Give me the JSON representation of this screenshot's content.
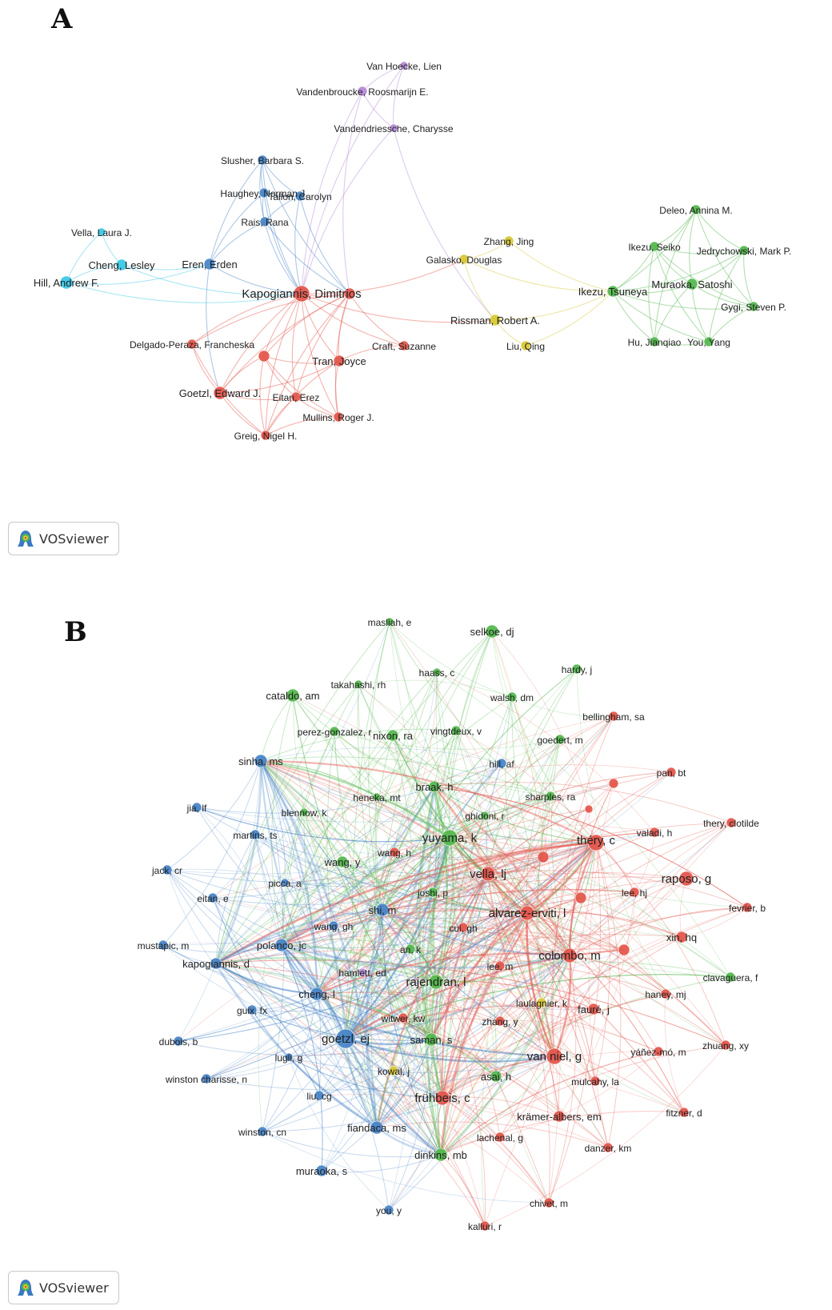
{
  "colors": {
    "red": "#e4574d",
    "green": "#55b94f",
    "blue": "#4a86c8",
    "light_blue": "#3cc8e6",
    "yellow": "#d8c838",
    "purple": "#b58ad8"
  },
  "panel_a": {
    "letter": "A",
    "badge": {
      "icon": "vosviewer-logo-icon",
      "label": "VOSviewer"
    },
    "nodes": [
      {
        "id": "vanhoecke",
        "label": "Van Hoecke, Lien",
        "cluster": "purple"
      },
      {
        "id": "vandenbroucke",
        "label": "Vandenbroucke, Roosmarijn E.",
        "cluster": "purple"
      },
      {
        "id": "vandendriessche",
        "label": "Vandendriessche, Charysse",
        "cluster": "purple"
      },
      {
        "id": "slusher",
        "label": "Slusher, Barbara S.",
        "cluster": "blue"
      },
      {
        "id": "haughey",
        "label": "Haughey, Norman J.",
        "cluster": "blue"
      },
      {
        "id": "tallon",
        "label": "Tallon, Carolyn",
        "cluster": "blue"
      },
      {
        "id": "rais",
        "label": "Rais, Rana",
        "cluster": "blue"
      },
      {
        "id": "eren",
        "label": "Eren, Erden",
        "cluster": "blue"
      },
      {
        "id": "vella",
        "label": "Vella, Laura J.",
        "cluster": "light_blue"
      },
      {
        "id": "cheng",
        "label": "Cheng, Lesley",
        "cluster": "light_blue"
      },
      {
        "id": "hill",
        "label": "Hill, Andrew F.",
        "cluster": "light_blue"
      },
      {
        "id": "kapogiannis",
        "label": "Kapogiannis, Dimitrios",
        "cluster": "red"
      },
      {
        "id": "delgado",
        "label": "Delgado-Peraza, Francheska",
        "cluster": "red"
      },
      {
        "id": "red_unlabeled1",
        "label": "",
        "cluster": "red"
      },
      {
        "id": "red_unlabeled2",
        "label": "",
        "cluster": "red"
      },
      {
        "id": "tran",
        "label": "Tran, Joyce",
        "cluster": "red"
      },
      {
        "id": "craft",
        "label": "Craft, Suzanne",
        "cluster": "red"
      },
      {
        "id": "goetzl",
        "label": "Goetzl, Edward J.",
        "cluster": "red"
      },
      {
        "id": "eitan",
        "label": "Eitan, Erez",
        "cluster": "red"
      },
      {
        "id": "mullins",
        "label": "Mullins, Roger J.",
        "cluster": "red"
      },
      {
        "id": "greig",
        "label": "Greig, Nigel H.",
        "cluster": "red"
      },
      {
        "id": "zhang",
        "label": "Zhang, Jing",
        "cluster": "yellow"
      },
      {
        "id": "galasko",
        "label": "Galasko, Douglas",
        "cluster": "yellow"
      },
      {
        "id": "rissman",
        "label": "Rissman, Robert A.",
        "cluster": "yellow"
      },
      {
        "id": "liuq",
        "label": "Liu, Qing",
        "cluster": "yellow"
      },
      {
        "id": "deleo",
        "label": "Deleo, Annina M.",
        "cluster": "green"
      },
      {
        "id": "ikezus",
        "label": "Ikezu, Seiko",
        "cluster": "green"
      },
      {
        "id": "jedrychowski",
        "label": "Jedrychowski, Mark P.",
        "cluster": "green"
      },
      {
        "id": "ikezut",
        "label": "Ikezu, Tsuneya",
        "cluster": "green"
      },
      {
        "id": "muraoka",
        "label": "Muraoka, Satoshi",
        "cluster": "green"
      },
      {
        "id": "gygi",
        "label": "Gygi, Steven P.",
        "cluster": "green"
      },
      {
        "id": "hu",
        "label": "Hu, Jianqiao",
        "cluster": "green"
      },
      {
        "id": "you",
        "label": "You, Yang",
        "cluster": "green"
      }
    ],
    "edges": [
      [
        "vanhoecke",
        "vandenbroucke"
      ],
      [
        "vandenbroucke",
        "vandendriessche"
      ],
      [
        "vanhoecke",
        "vandendriessche"
      ],
      [
        "vandenbroucke",
        "kapogiannis"
      ],
      [
        "vandenbroucke",
        "red_unlabeled2"
      ],
      [
        "vandendriessche",
        "kapogiannis"
      ],
      [
        "vandendriessche",
        "rissman"
      ],
      [
        "vanhoecke",
        "kapogiannis"
      ],
      [
        "slusher",
        "haughey"
      ],
      [
        "slusher",
        "tallon"
      ],
      [
        "slusher",
        "rais"
      ],
      [
        "slusher",
        "eren"
      ],
      [
        "haughey",
        "tallon"
      ],
      [
        "haughey",
        "rais"
      ],
      [
        "tallon",
        "rais"
      ],
      [
        "rais",
        "eren"
      ],
      [
        "haughey",
        "eren"
      ],
      [
        "rais",
        "kapogiannis"
      ],
      [
        "haughey",
        "kapogiannis"
      ],
      [
        "tallon",
        "kapogiannis"
      ],
      [
        "eren",
        "kapogiannis"
      ],
      [
        "slusher",
        "kapogiannis"
      ],
      [
        "eren",
        "goetzl"
      ],
      [
        "rais",
        "red_unlabeled2"
      ],
      [
        "slusher",
        "red_unlabeled2"
      ],
      [
        "tallon",
        "red_unlabeled2"
      ],
      [
        "vella",
        "cheng"
      ],
      [
        "vella",
        "hill"
      ],
      [
        "cheng",
        "hill"
      ],
      [
        "cheng",
        "eren"
      ],
      [
        "cheng",
        "kapogiannis"
      ],
      [
        "hill",
        "eren"
      ],
      [
        "hill",
        "kapogiannis"
      ],
      [
        "kapogiannis",
        "delgado"
      ],
      [
        "kapogiannis",
        "red_unlabeled1"
      ],
      [
        "kapogiannis",
        "red_unlabeled2"
      ],
      [
        "kapogiannis",
        "tran"
      ],
      [
        "kapogiannis",
        "craft"
      ],
      [
        "kapogiannis",
        "goetzl"
      ],
      [
        "kapogiannis",
        "eitan"
      ],
      [
        "kapogiannis",
        "mullins"
      ],
      [
        "kapogiannis",
        "greig"
      ],
      [
        "red_unlabeled2",
        "tran"
      ],
      [
        "red_unlabeled2",
        "goetzl"
      ],
      [
        "red_unlabeled2",
        "eitan"
      ],
      [
        "red_unlabeled2",
        "mullins"
      ],
      [
        "red_unlabeled2",
        "greig"
      ],
      [
        "red_unlabeled2",
        "craft"
      ],
      [
        "red_unlabeled2",
        "delgado"
      ],
      [
        "red_unlabeled2",
        "red_unlabeled1"
      ],
      [
        "red_unlabeled1",
        "goetzl"
      ],
      [
        "red_unlabeled1",
        "eitan"
      ],
      [
        "red_unlabeled1",
        "tran"
      ],
      [
        "red_unlabeled1",
        "greig"
      ],
      [
        "red_unlabeled1",
        "mullins"
      ],
      [
        "delgado",
        "goetzl"
      ],
      [
        "delgado",
        "greig"
      ],
      [
        "goetzl",
        "eitan"
      ],
      [
        "goetzl",
        "greig"
      ],
      [
        "goetzl",
        "tran"
      ],
      [
        "eitan",
        "mullins"
      ],
      [
        "eitan",
        "greig"
      ],
      [
        "tran",
        "mullins"
      ],
      [
        "tran",
        "greig"
      ],
      [
        "craft",
        "tran"
      ],
      [
        "mullins",
        "greig"
      ],
      [
        "kapogiannis",
        "galasko"
      ],
      [
        "kapogiannis",
        "rissman"
      ],
      [
        "galasko",
        "zhang"
      ],
      [
        "galasko",
        "rissman"
      ],
      [
        "zhang",
        "ikezut"
      ],
      [
        "rissman",
        "liuq"
      ],
      [
        "rissman",
        "ikezut"
      ],
      [
        "liuq",
        "ikezut"
      ],
      [
        "galasko",
        "ikezut"
      ],
      [
        "ikezut",
        "ikezus"
      ],
      [
        "ikezut",
        "muraoka"
      ],
      [
        "ikezut",
        "hu"
      ],
      [
        "ikezut",
        "you"
      ],
      [
        "ikezut",
        "deleo"
      ],
      [
        "ikezut",
        "jedrychowski"
      ],
      [
        "ikezut",
        "gygi"
      ],
      [
        "ikezus",
        "muraoka"
      ],
      [
        "ikezus",
        "deleo"
      ],
      [
        "ikezus",
        "jedrychowski"
      ],
      [
        "ikezus",
        "hu"
      ],
      [
        "ikezus",
        "you"
      ],
      [
        "ikezus",
        "gygi"
      ],
      [
        "deleo",
        "muraoka"
      ],
      [
        "deleo",
        "jedrychowski"
      ],
      [
        "deleo",
        "gygi"
      ],
      [
        "muraoka",
        "jedrychowski"
      ],
      [
        "muraoka",
        "gygi"
      ],
      [
        "muraoka",
        "hu"
      ],
      [
        "muraoka",
        "you"
      ],
      [
        "jedrychowski",
        "gygi"
      ],
      [
        "gygi",
        "you"
      ],
      [
        "hu",
        "you"
      ],
      [
        "jedrychowski",
        "you"
      ],
      [
        "deleo",
        "hu"
      ]
    ]
  },
  "panel_b": {
    "letter": "B",
    "badge": {
      "icon": "vosviewer-logo-icon",
      "label": "VOSviewer"
    },
    "nodes": [
      {
        "id": "masliah",
        "label": "masliah, e",
        "cluster": "green"
      },
      {
        "id": "selkoe",
        "label": "selkoe, dj",
        "cluster": "green"
      },
      {
        "id": "haass",
        "label": "haass, c",
        "cluster": "green"
      },
      {
        "id": "hardy",
        "label": "hardy, j",
        "cluster": "green"
      },
      {
        "id": "takahashi",
        "label": "takahashi, rh",
        "cluster": "green"
      },
      {
        "id": "cataldo",
        "label": "cataldo, am",
        "cluster": "green"
      },
      {
        "id": "walsh",
        "label": "walsh, dm",
        "cluster": "green"
      },
      {
        "id": "bellingham",
        "label": "bellingham, sa",
        "cluster": "red"
      },
      {
        "id": "nixon",
        "label": "nixon, ra",
        "cluster": "green"
      },
      {
        "id": "vingtdeux",
        "label": "vingtdeux, v",
        "cluster": "green"
      },
      {
        "id": "goedert",
        "label": "goedert, m",
        "cluster": "green"
      },
      {
        "id": "perez",
        "label": "perez-gonzalez, r",
        "cluster": "green"
      },
      {
        "id": "sinha",
        "label": "sinha, ms",
        "cluster": "blue"
      },
      {
        "id": "hillaf",
        "label": "hill, af",
        "cluster": "blue"
      },
      {
        "id": "panbt",
        "label": "pan, bt",
        "cluster": "red"
      },
      {
        "id": "braak",
        "label": "braak, h",
        "cluster": "green"
      },
      {
        "id": "red_u1",
        "label": "",
        "cluster": "red"
      },
      {
        "id": "jia",
        "label": "jia, lf",
        "cluster": "blue"
      },
      {
        "id": "blennow",
        "label": "blennow, k",
        "cluster": "green"
      },
      {
        "id": "heneka",
        "label": "heneka, mt",
        "cluster": "green"
      },
      {
        "id": "sharples",
        "label": "sharples, ra",
        "cluster": "green"
      },
      {
        "id": "ghidoni",
        "label": "ghidoni, r",
        "cluster": "green"
      },
      {
        "id": "thery_c",
        "label": "thery, clotilde",
        "cluster": "red"
      },
      {
        "id": "red_u2",
        "label": "",
        "cluster": "red"
      },
      {
        "id": "martins",
        "label": "martins, ts",
        "cluster": "blue"
      },
      {
        "id": "yuyama",
        "label": "yuyama, k",
        "cluster": "green"
      },
      {
        "id": "valadi",
        "label": "valadi, h",
        "cluster": "red"
      },
      {
        "id": "theryc",
        "label": "théry, c",
        "cluster": "red"
      },
      {
        "id": "wangh",
        "label": "wang, h",
        "cluster": "red"
      },
      {
        "id": "wangy",
        "label": "wang, y",
        "cluster": "green"
      },
      {
        "id": "red_u3",
        "label": "",
        "cluster": "red"
      },
      {
        "id": "jack",
        "label": "jack, cr",
        "cluster": "blue"
      },
      {
        "id": "vella_lj",
        "label": "vella, lj",
        "cluster": "red"
      },
      {
        "id": "raposo",
        "label": "raposo, g",
        "cluster": "red"
      },
      {
        "id": "picca",
        "label": "picca, a",
        "cluster": "blue"
      },
      {
        "id": "joshi",
        "label": "joshi, p",
        "cluster": "green"
      },
      {
        "id": "leehj",
        "label": "lee, hj",
        "cluster": "red"
      },
      {
        "id": "eitan",
        "label": "eitan, e",
        "cluster": "blue"
      },
      {
        "id": "red_u4",
        "label": "",
        "cluster": "red"
      },
      {
        "id": "fevrier",
        "label": "fevrier, b",
        "cluster": "red"
      },
      {
        "id": "shi",
        "label": "shi, m",
        "cluster": "blue"
      },
      {
        "id": "alvarez",
        "label": "alvarez-erviti, l",
        "cluster": "red"
      },
      {
        "id": "wanggh",
        "label": "wang, gh",
        "cluster": "blue"
      },
      {
        "id": "cuigh",
        "label": "cui, gh",
        "cluster": "red"
      },
      {
        "id": "mustapic",
        "label": "mustapic, m",
        "cluster": "blue"
      },
      {
        "id": "xinhq",
        "label": "xin, hq",
        "cluster": "red"
      },
      {
        "id": "polanco",
        "label": "polanco, jc",
        "cluster": "blue"
      },
      {
        "id": "ank",
        "label": "an, k",
        "cluster": "green"
      },
      {
        "id": "red_u5",
        "label": "",
        "cluster": "red"
      },
      {
        "id": "colombo",
        "label": "colombo, m",
        "cluster": "red"
      },
      {
        "id": "kapogiannis",
        "label": "kapogiannis, d",
        "cluster": "blue"
      },
      {
        "id": "hamlett",
        "label": "hamlett, ed",
        "cluster": "purple"
      },
      {
        "id": "leem",
        "label": "lee, m",
        "cluster": "red"
      },
      {
        "id": "rajendran",
        "label": "rajendran, l",
        "cluster": "green"
      },
      {
        "id": "clavaguera",
        "label": "clavaguera, f",
        "cluster": "green"
      },
      {
        "id": "cheng",
        "label": "cheng, l",
        "cluster": "blue"
      },
      {
        "id": "laulagnier",
        "label": "laulagnier, k",
        "cluster": "yellow"
      },
      {
        "id": "haney",
        "label": "haney, mj",
        "cluster": "red"
      },
      {
        "id": "witwer",
        "label": "witwer, kw",
        "cluster": "red"
      },
      {
        "id": "faure",
        "label": "fauré, j",
        "cluster": "red"
      },
      {
        "id": "guix",
        "label": "guix, fx",
        "cluster": "blue"
      },
      {
        "id": "zhangy",
        "label": "zhang, y",
        "cluster": "red"
      },
      {
        "id": "dubois",
        "label": "dubois, b",
        "cluster": "blue"
      },
      {
        "id": "goetzl",
        "label": "goetzl, ej",
        "cluster": "blue"
      },
      {
        "id": "saman",
        "label": "saman, s",
        "cluster": "green"
      },
      {
        "id": "zhuang",
        "label": "zhuang, xy",
        "cluster": "red"
      },
      {
        "id": "yanez",
        "label": "yáñez-mó, m",
        "cluster": "red"
      },
      {
        "id": "vanniel",
        "label": "van niel, g",
        "cluster": "red"
      },
      {
        "id": "lugli",
        "label": "lugli, g",
        "cluster": "blue"
      },
      {
        "id": "kowal",
        "label": "kowal, j",
        "cluster": "yellow"
      },
      {
        "id": "asai",
        "label": "asai, h",
        "cluster": "green"
      },
      {
        "id": "winstonch",
        "label": "winston charisse, n",
        "cluster": "blue"
      },
      {
        "id": "liucg",
        "label": "liu, cg",
        "cluster": "blue"
      },
      {
        "id": "mulcahy",
        "label": "mulcahy, la",
        "cluster": "red"
      },
      {
        "id": "fruhbeis",
        "label": "frühbeis, c",
        "cluster": "red"
      },
      {
        "id": "kramer",
        "label": "krämer-albers, em",
        "cluster": "red"
      },
      {
        "id": "fitzner",
        "label": "fitzner, d",
        "cluster": "red"
      },
      {
        "id": "winstoncn",
        "label": "winston, cn",
        "cluster": "blue"
      },
      {
        "id": "fiandaca",
        "label": "fiandaca, ms",
        "cluster": "blue"
      },
      {
        "id": "lachenal",
        "label": "lachenal, g",
        "cluster": "red"
      },
      {
        "id": "danzer",
        "label": "danzer, km",
        "cluster": "red"
      },
      {
        "id": "dinkins",
        "label": "dinkins, mb",
        "cluster": "green"
      },
      {
        "id": "muraoka",
        "label": "muraoka, s",
        "cluster": "blue"
      },
      {
        "id": "chivet",
        "label": "chivet, m",
        "cluster": "red"
      },
      {
        "id": "youy",
        "label": "you, y",
        "cluster": "blue"
      },
      {
        "id": "kalluri",
        "label": "kalluri, r",
        "cluster": "red"
      }
    ]
  }
}
